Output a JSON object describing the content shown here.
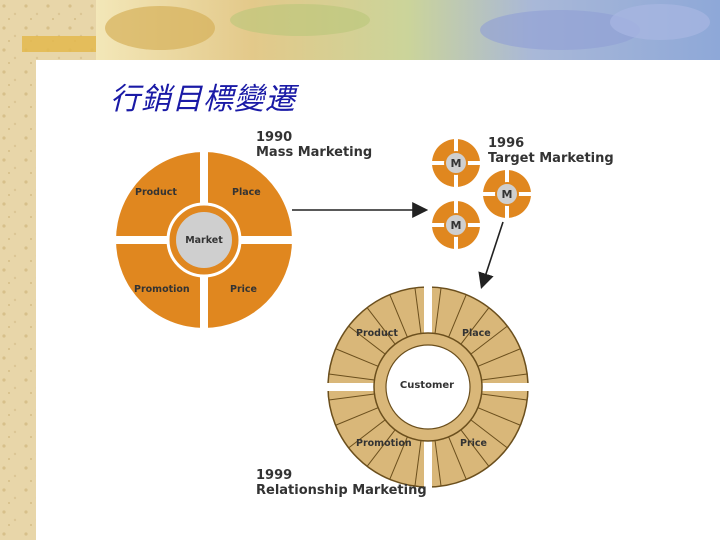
{
  "slide": {
    "title": "行銷目標變遷"
  },
  "diagram": {
    "mass": {
      "year": "1990",
      "name": "Mass Marketing",
      "quadrants": [
        "Product",
        "Place",
        "Promotion",
        "Price"
      ],
      "center": "Market"
    },
    "target": {
      "year": "1996",
      "name": "Target Marketing",
      "segment_label": "M"
    },
    "relationship": {
      "year": "1999",
      "name": "Relationship Marketing",
      "quadrants": [
        "Product",
        "Place",
        "Promotion",
        "Price"
      ],
      "center": "Customer"
    }
  },
  "colors": {
    "orange": "#e0871f",
    "tan": "#d9b779",
    "center_gray": "#cfcfcf",
    "title_blue": "#1a1aa6"
  }
}
